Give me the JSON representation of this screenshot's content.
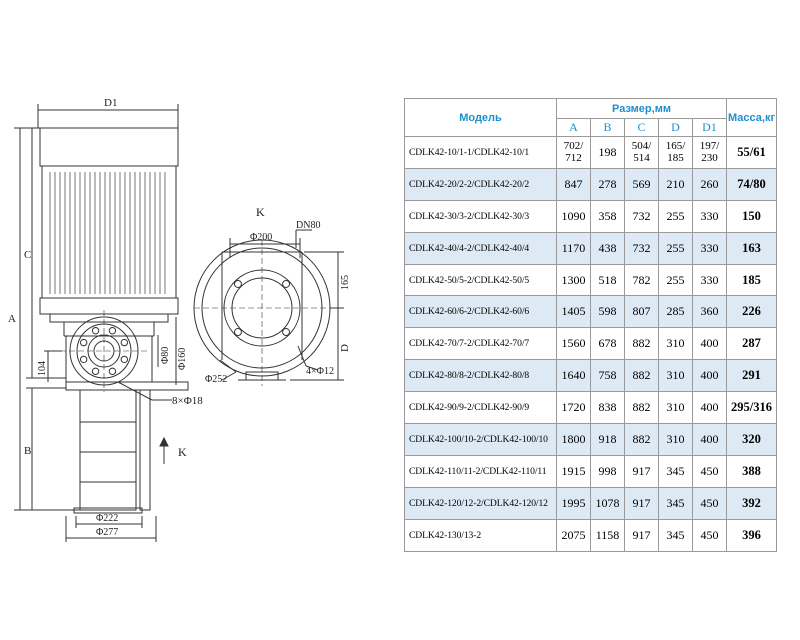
{
  "drawing": {
    "labels": {
      "d1": "D1",
      "c": "C",
      "a": "A",
      "b": "B",
      "d": "D",
      "k_top": "K",
      "k_arrow": "K",
      "dn80": "DN80",
      "phi200": "Φ200",
      "phi80": "Φ80",
      "phi160": "Φ160",
      "phi252": "Φ252",
      "bolts_4": "4×Φ12",
      "bolts_8": "8×Φ18",
      "d165": "165",
      "d104": "104",
      "phi222": "Φ222",
      "phi277": "Φ277"
    }
  },
  "table": {
    "headers": {
      "model": "Модель",
      "size": "Размер,мм",
      "mass": "Масса,кг",
      "cols": [
        "A",
        "B",
        "C",
        "D",
        "D1"
      ]
    },
    "rows": [
      {
        "model": "CDLK42-10/1-1/CDLK42-10/1",
        "a": [
          "702/",
          "712"
        ],
        "b": "198",
        "c": [
          "504/",
          "514"
        ],
        "d": [
          "165/",
          "185"
        ],
        "d1": [
          "197/",
          "230"
        ],
        "mass": "55/61"
      },
      {
        "model": "CDLK42-20/2-2/CDLK42-20/2",
        "a": "847",
        "b": "278",
        "c": "569",
        "d": "210",
        "d1": "260",
        "mass": "74/80"
      },
      {
        "model": "CDLK42-30/3-2/CDLK42-30/3",
        "a": "1090",
        "b": "358",
        "c": "732",
        "d": "255",
        "d1": "330",
        "mass": "150"
      },
      {
        "model": "CDLK42-40/4-2/CDLK42-40/4",
        "a": "1170",
        "b": "438",
        "c": "732",
        "d": "255",
        "d1": "330",
        "mass": "163"
      },
      {
        "model": "CDLK42-50/5-2/CDLK42-50/5",
        "a": "1300",
        "b": "518",
        "c": "782",
        "d": "255",
        "d1": "330",
        "mass": "185"
      },
      {
        "model": "CDLK42-60/6-2/CDLK42-60/6",
        "a": "1405",
        "b": "598",
        "c": "807",
        "d": "285",
        "d1": "360",
        "mass": "226"
      },
      {
        "model": "CDLK42-70/7-2/CDLK42-70/7",
        "a": "1560",
        "b": "678",
        "c": "882",
        "d": "310",
        "d1": "400",
        "mass": "287"
      },
      {
        "model": "CDLK42-80/8-2/CDLK42-80/8",
        "a": "1640",
        "b": "758",
        "c": "882",
        "d": "310",
        "d1": "400",
        "mass": "291"
      },
      {
        "model": "CDLK42-90/9-2/CDLK42-90/9",
        "a": "1720",
        "b": "838",
        "c": "882",
        "d": "310",
        "d1": "400",
        "mass": "295/316"
      },
      {
        "model": "CDLK42-100/10-2/CDLK42-100/10",
        "a": "1800",
        "b": "918",
        "c": "882",
        "d": "310",
        "d1": "400",
        "mass": "320"
      },
      {
        "model": "CDLK42-110/11-2/CDLK42-110/11",
        "a": "1915",
        "b": "998",
        "c": "917",
        "d": "345",
        "d1": "450",
        "mass": "388"
      },
      {
        "model": "CDLK42-120/12-2/CDLK42-120/12",
        "a": "1995",
        "b": "1078",
        "c": "917",
        "d": "345",
        "d1": "450",
        "mass": "392"
      },
      {
        "model": "CDLK42-130/13-2",
        "a": "2075",
        "b": "1158",
        "c": "917",
        "d": "345",
        "d1": "450",
        "mass": "396"
      }
    ]
  },
  "colors": {
    "header_text": "#1e8fce",
    "stripe": "#dde9f4",
    "grid": "#9a9a9a",
    "line": "#333333"
  }
}
